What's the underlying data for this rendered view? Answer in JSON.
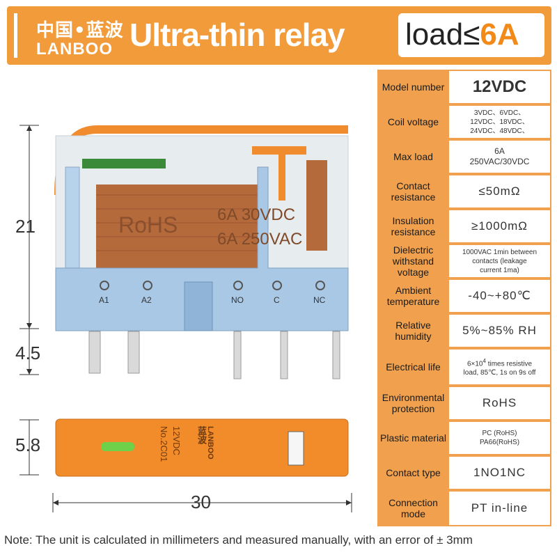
{
  "header": {
    "logo_cn": "中国•蓝波",
    "logo_en": "LANBOO",
    "title": "Ultra-thin relay",
    "load_prefix": "load≤",
    "load_value": "6A"
  },
  "relay_print": {
    "rating_dc": "6A  30VDC",
    "rating_ac": "6A  250VAC",
    "rohs": "RoHS",
    "terminals": [
      "A1",
      "A2",
      "NO",
      "C",
      "NC"
    ],
    "side_brand_cn": "蓝波",
    "side_brand_en": "LANBOO",
    "side_voltage": "12VDC",
    "side_model": "No.2C01"
  },
  "dimensions": {
    "height_body": "21",
    "height_pins": "4.5",
    "thickness": "5.8",
    "width": "30"
  },
  "specs": [
    {
      "label": "Model number",
      "value": "12VDC"
    },
    {
      "label": "Coil voltage",
      "value_lines": [
        "3VDC、6VDC、",
        "12VDC、18VDC、",
        "24VDC、48VDC、"
      ]
    },
    {
      "label": "Max load",
      "value_lines": [
        "6A",
        "250VAC/30VDC"
      ]
    },
    {
      "label": "Contact resistance",
      "value": "≤50mΩ"
    },
    {
      "label": "Insulation resistance",
      "value": "≥1000mΩ"
    },
    {
      "label": "Dielectric withstand voltage",
      "value_lines": [
        "1000VAC 1min between",
        "contacts (leakage",
        "current 1ma)"
      ]
    },
    {
      "label": "Ambient temperature",
      "value": "-40~+80℃"
    },
    {
      "label": "Relative humidity",
      "value": "5%~85% RH"
    },
    {
      "label": "Electrical life",
      "value_pre": "6×10",
      "value_sup": "4",
      "value_post": " times resistive",
      "value_line2": "load, 85℃, 1s on 9s off"
    },
    {
      "label": "Environmental protection",
      "value": "RoHS"
    },
    {
      "label": "Plastic material",
      "value_lines": [
        "PC (RoHS)",
        "PA66(RoHS)"
      ]
    },
    {
      "label": "Contact type",
      "value": "1NO1NC"
    },
    {
      "label": "Connection mode",
      "value": "PT in-line"
    }
  ],
  "note": "Note: The unit is calculated in millimeters and measured manually, with an error of ± 3mm",
  "colors": {
    "accent": "#f29b3b",
    "table_bg": "#f1a14d",
    "relay_base": "#a9c8e6",
    "coil": "#b86a3c"
  }
}
